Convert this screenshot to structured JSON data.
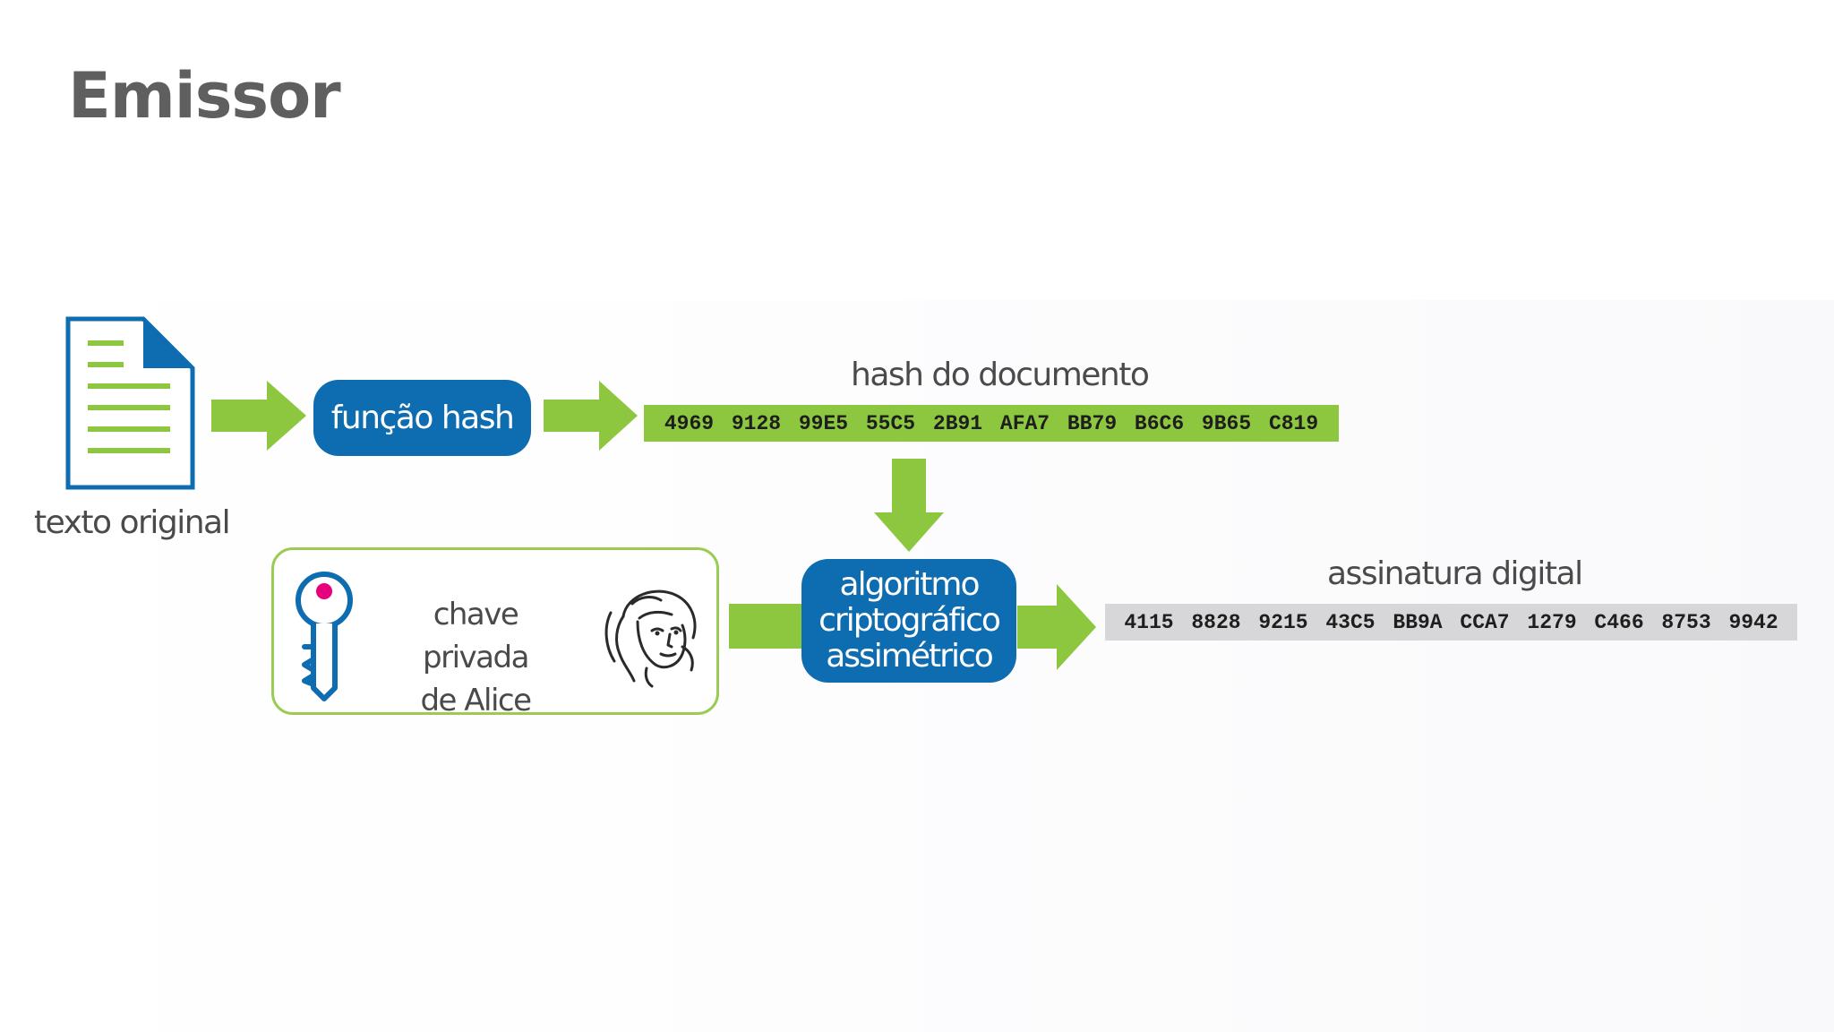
{
  "slide": {
    "title": "Emissor"
  },
  "diagram": {
    "document": {
      "caption": "texto original",
      "icon": "document-icon"
    },
    "hash_function": {
      "label": "função hash"
    },
    "hash_output": {
      "caption": "hash do documento",
      "value": "4969 9128 99E5 55C5 2B91 AFA7 BB79 B6C6 9B65 C819"
    },
    "private_key": {
      "line1": "chave privada",
      "line2": "de Alice",
      "icon": "key-icon",
      "portrait": "alice-portrait-icon"
    },
    "algorithm": {
      "line1": "algoritmo",
      "line2": "criptográfico",
      "line3": "assimétrico"
    },
    "signature": {
      "caption": "assinatura digital",
      "value": "4115 8828 9215 43C5 BB9A CCA7 1279 C466 8753 9942"
    }
  },
  "colors": {
    "accent_green": "#8dc63f",
    "accent_blue": "#0e6cb0",
    "key_dot_pink": "#e6007e",
    "signature_gray": "#d7d7d9",
    "title_gray": "#5f5f5f"
  }
}
